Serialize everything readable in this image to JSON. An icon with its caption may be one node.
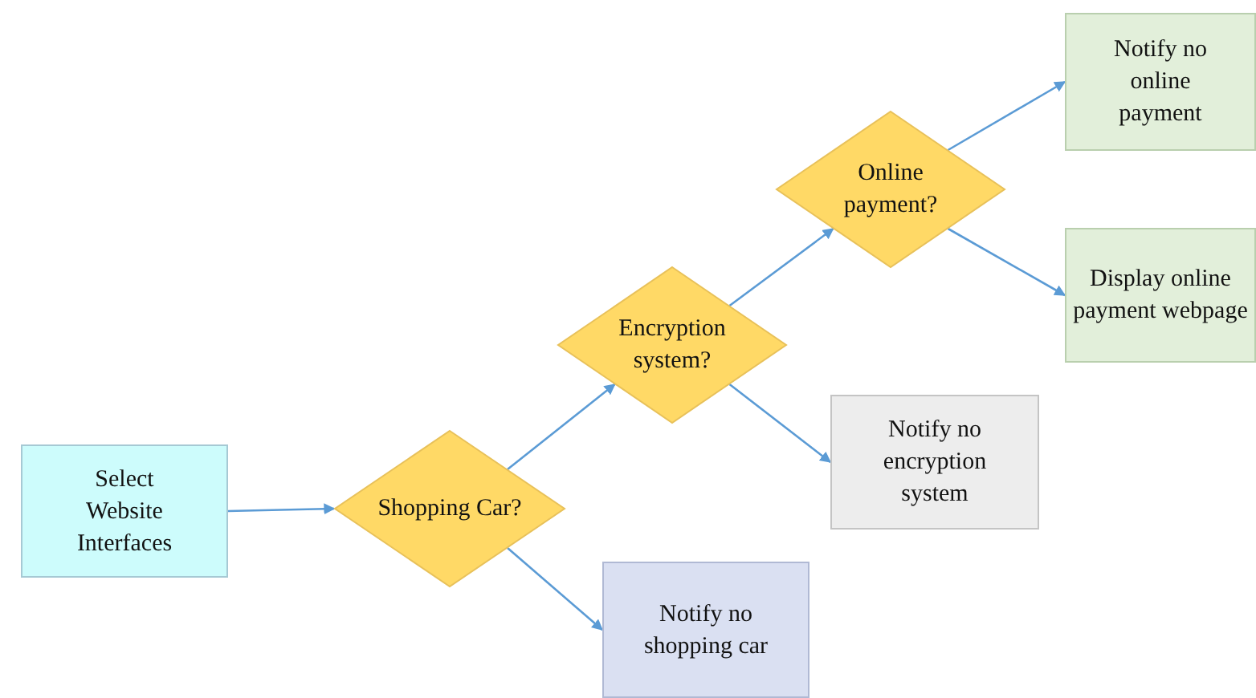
{
  "diagram": {
    "nodes": [
      {
        "text": [
          "Select Website Interfaces"
        ]
      },
      {
        "text": [
          "Shopping Car?"
        ]
      },
      {
        "text": [
          "Encryption system?"
        ]
      },
      {
        "text": [
          "Online payment?"
        ]
      },
      {
        "text": [
          "Notify no online payment"
        ]
      },
      {
        "text": [
          "Display online payment webpage"
        ]
      },
      {
        "text": [
          "Notify no encryption system"
        ]
      },
      {
        "text": [
          "Notify no shopping car"
        ]
      }
    ],
    "edges": [
      {
        "from": 0,
        "to": 1,
        "arrow": "to"
      },
      {
        "from": 1,
        "to": 2,
        "arrow": "to"
      },
      {
        "from": 1,
        "to": 7,
        "arrow": "to"
      },
      {
        "from": 2,
        "to": 3,
        "arrow": "to"
      },
      {
        "from": 2,
        "to": 6,
        "arrow": "to"
      },
      {
        "from": 3,
        "to": 4,
        "arrow": "to"
      },
      {
        "from": 3,
        "to": 5,
        "arrow": "to"
      }
    ]
  }
}
